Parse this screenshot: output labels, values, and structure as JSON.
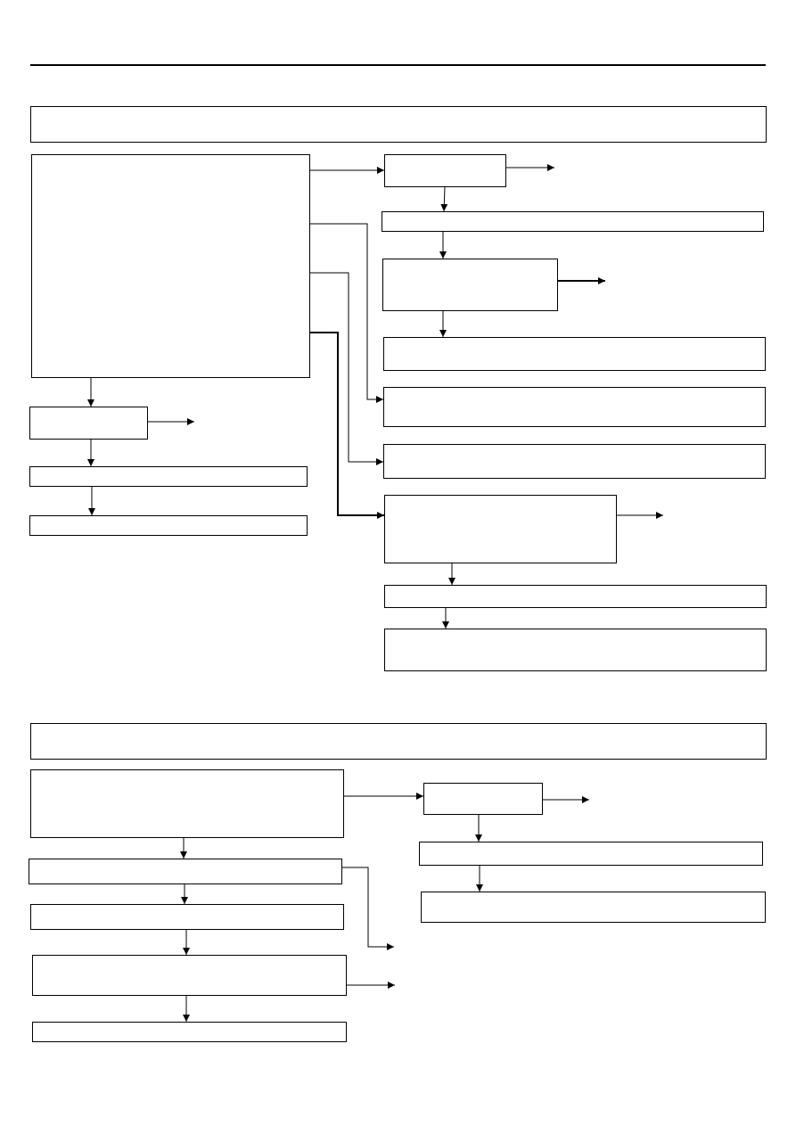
{
  "diagram": {
    "line_color": "#000000",
    "background": "#ffffff",
    "sections": [
      {
        "header": "",
        "boxes": [
          {
            "id": "a-main",
            "label": ""
          },
          {
            "id": "a-r1",
            "label": ""
          },
          {
            "id": "a-r2",
            "label": ""
          },
          {
            "id": "a-r3",
            "label": ""
          },
          {
            "id": "a-r4",
            "label": ""
          },
          {
            "id": "a-r5",
            "label": ""
          },
          {
            "id": "a-r6",
            "label": ""
          },
          {
            "id": "a-r7",
            "label": ""
          },
          {
            "id": "a-r8",
            "label": ""
          },
          {
            "id": "a-r9",
            "label": ""
          },
          {
            "id": "a-r10",
            "label": ""
          },
          {
            "id": "a-l1",
            "label": ""
          },
          {
            "id": "a-l2",
            "label": ""
          },
          {
            "id": "a-l3",
            "label": ""
          }
        ]
      },
      {
        "header": "",
        "boxes": [
          {
            "id": "b-main",
            "label": ""
          },
          {
            "id": "b-r1",
            "label": ""
          },
          {
            "id": "b-r2",
            "label": ""
          },
          {
            "id": "b-r3",
            "label": ""
          },
          {
            "id": "b-l1",
            "label": ""
          },
          {
            "id": "b-l2",
            "label": ""
          },
          {
            "id": "b-l3",
            "label": ""
          },
          {
            "id": "b-l4",
            "label": ""
          }
        ]
      }
    ]
  }
}
